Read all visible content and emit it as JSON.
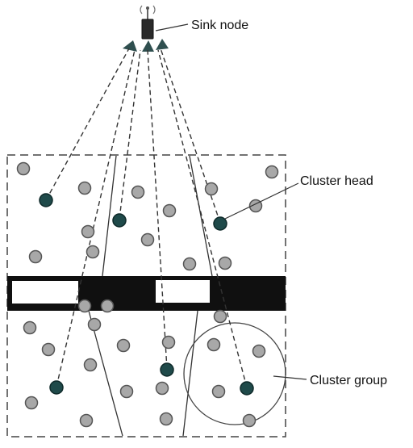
{
  "labels": {
    "sink_node": "Sink node",
    "cluster_head": "Cluster head",
    "cluster_group": "Cluster group"
  },
  "colors": {
    "background": "#ffffff",
    "line": "#333333",
    "node_fill": "#a8a8a8",
    "node_stroke": "#555555",
    "head_fill": "#1f4a4a",
    "head_stroke": "#0e2929",
    "obstacle": "#101010",
    "obstacle_gap": "#ffffff"
  },
  "icons": {
    "sink": "antenna-tower-icon"
  }
}
